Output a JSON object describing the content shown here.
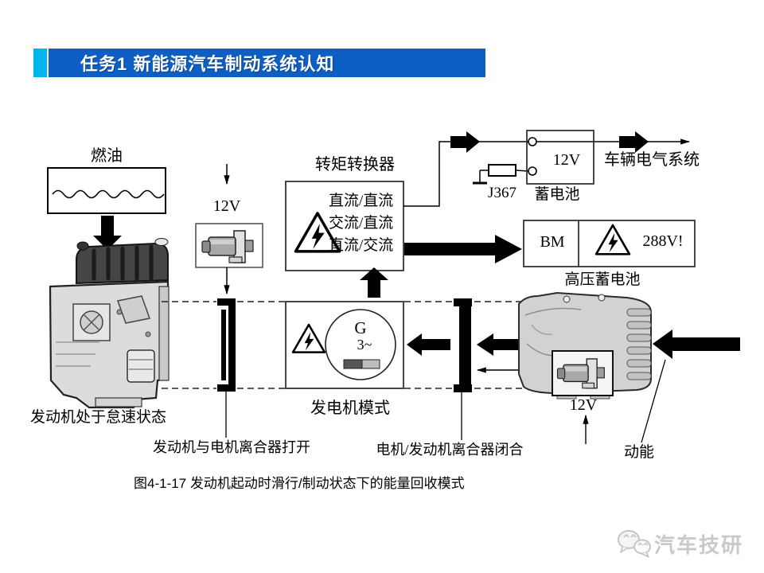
{
  "header": {
    "title": "任务1  新能源汽车制动系统认知"
  },
  "diagram": {
    "fuel_label": "燃油",
    "starter_voltage": "12V",
    "torque_converter_label": "转矩转换器",
    "converter_modes": [
      "直流/直流",
      "交流/直流",
      "直流/交流"
    ],
    "relay_label": "J367",
    "battery_voltage": "12V",
    "battery_label": "蓄电池",
    "vehicle_system_label": "车辆电气系统",
    "bm_label": "BM",
    "hv_voltage": "288V!",
    "hv_battery_label": "高压蓄电池",
    "generator_letter": "G",
    "generator_phase": "3~",
    "generator_mode_label": "发电机模式",
    "engine_state_label": "发动机处于怠速状态",
    "clutch_open_label": "发动机与电机离合器打开",
    "clutch_closed_label": "电机/发动机离合器闭合",
    "transmission_voltage": "12V",
    "kinetic_label": "动能",
    "caption": "图4-1-17  发动机起动时滑行/制动状态下的能量回收模式"
  },
  "footer": {
    "brand": "汽车技研"
  },
  "colors": {
    "accent_blue": "#0d5fc4",
    "accent_cyan": "#00b4f0",
    "warning": "#000000"
  }
}
